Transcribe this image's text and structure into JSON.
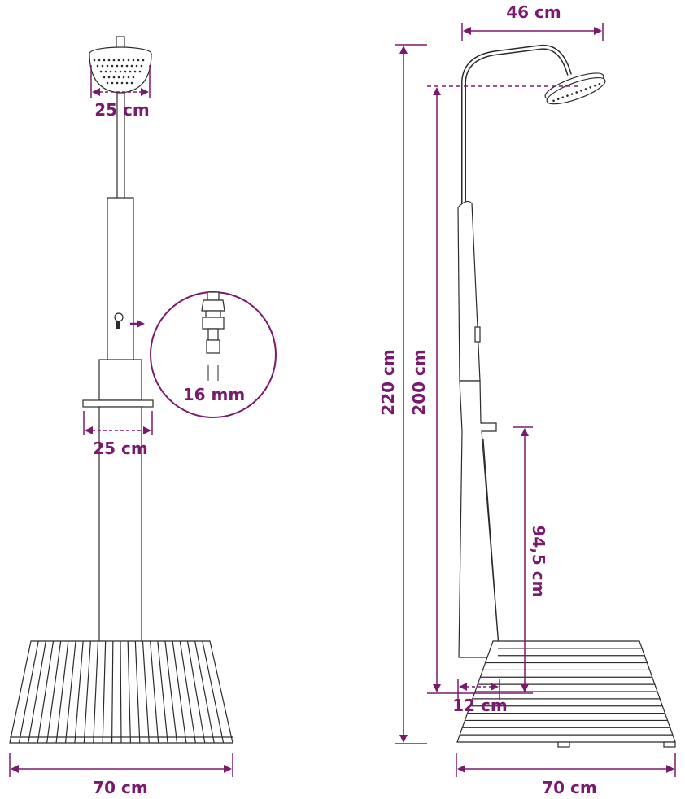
{
  "colors": {
    "accent": "#7a1a6e",
    "outline": "#2b2b2b"
  },
  "dimensions": {
    "showerhead_diameter": "25 cm",
    "base_width": "25 cm",
    "hose_connector": "16 mm",
    "total_height": "220 cm",
    "head_height": "200 cm",
    "arm_reach": "46 cm",
    "tap_height": "94,5 cm",
    "column_depth": "12 cm",
    "platform_width_front": "70 cm",
    "platform_width_side": "70 cm"
  }
}
